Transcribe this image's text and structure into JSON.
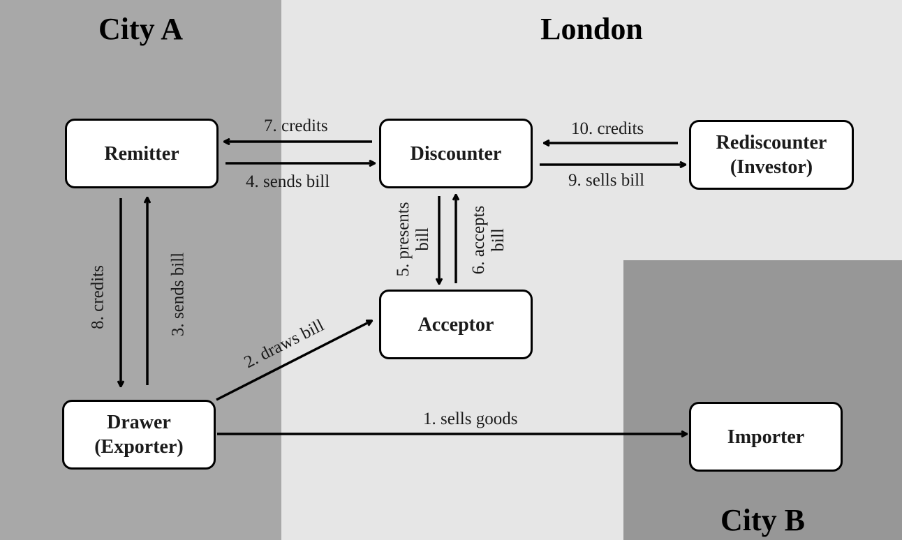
{
  "regions": {
    "city_a": "City A",
    "london": "London",
    "city_b": "City B"
  },
  "nodes": {
    "remitter": [
      "Remitter"
    ],
    "discounter": [
      "Discounter"
    ],
    "rediscounter": [
      "Rediscounter",
      "(Investor)"
    ],
    "acceptor": [
      "Acceptor"
    ],
    "drawer": [
      "Drawer",
      "(Exporter)"
    ],
    "importer": [
      "Importer"
    ]
  },
  "edges": {
    "sells_goods": "1. sells goods",
    "draws_bill": "2. draws bill",
    "sends_bill_3": "3. sends bill",
    "sends_bill_4": "4. sends bill",
    "presents_bill": [
      "5. presents",
      "bill"
    ],
    "accepts_bill": [
      "6. accepts",
      "bill"
    ],
    "credits_7": "7. credits",
    "credits_8": "8. credits",
    "sells_bill": "9. sells bill",
    "credits_10": "10. credits"
  },
  "colors": {
    "city_a_bg": "#a8a8a8",
    "london_bg": "#e6e6e6",
    "city_b_bg": "#979797",
    "node_fill": "#ffffff",
    "ink": "#000000"
  }
}
